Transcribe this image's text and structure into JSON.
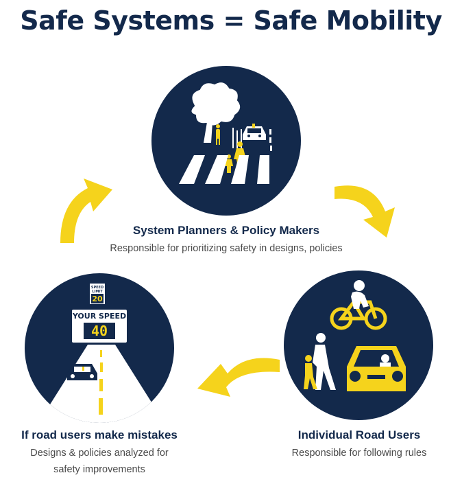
{
  "title": "Safe Systems = Safe Mobility",
  "nodes": {
    "planners": {
      "title": "System Planners & Policy Makers",
      "description": "Responsible for prioritizing safety in designs, policies"
    },
    "users": {
      "title": "Individual Road Users",
      "description": "Responsible for following rules"
    },
    "mistakes": {
      "title": "If road users make mistakes",
      "description_line1": "Designs & policies analyzed for",
      "description_line2": "safety improvements"
    }
  },
  "sign": {
    "speed_limit_line1": "SPEED",
    "speed_limit_line2": "LIMIT",
    "speed_limit_value": "20",
    "your_speed_label": "YOUR SPEED",
    "your_speed_value": "40"
  },
  "colors": {
    "navy": "#13294b",
    "yellow": "#f5d31c",
    "white": "#ffffff"
  },
  "icons": [
    "tree-icon",
    "pedestrian-icon",
    "car-icon",
    "bicycle-icon",
    "speed-sign-icon",
    "cycle-arrow-icon"
  ]
}
